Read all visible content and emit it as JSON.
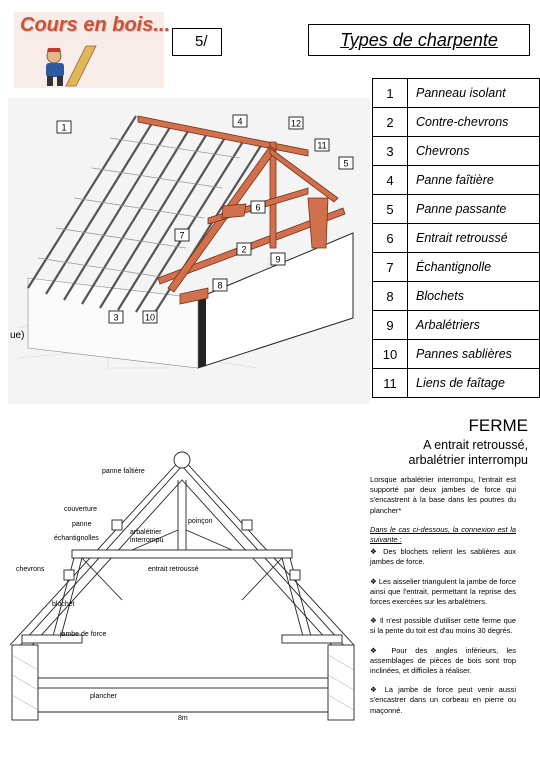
{
  "header": {
    "logo_text": "Cours en bois...",
    "page_number": "5/",
    "title": "Types de charpente"
  },
  "legend": [
    {
      "num": "1",
      "label": "Panneau isolant"
    },
    {
      "num": "2",
      "label": "Contre-chevrons"
    },
    {
      "num": "3",
      "label": "Chevrons"
    },
    {
      "num": "4",
      "label": "Panne faîtière"
    },
    {
      "num": "5",
      "label": "Panne passante"
    },
    {
      "num": "6",
      "label": "Entrait retroussé"
    },
    {
      "num": "7",
      "label": "Échantignolle"
    },
    {
      "num": "8",
      "label": "Blochets"
    },
    {
      "num": "9",
      "label": "Arbalétriers"
    },
    {
      "num": "10",
      "label": "Pannes sablières"
    },
    {
      "num": "11",
      "label": "Liens de faîtage"
    }
  ],
  "roof_callouts": [
    "1",
    "4",
    "12",
    "11",
    "5",
    "6",
    "7",
    "2",
    "9",
    "8",
    "3",
    "10"
  ],
  "side_fragment": "ue)",
  "ferme": {
    "title": "FERME",
    "subtitle": "A entrait retroussé, arbalétrier interrompu",
    "intro": "Lorsque arbalétrier interrompu, l'entrait est supporté par deux jambes de force qui s'encastrent à la base dans les poutres du plancher*",
    "subheading": "Dans le cas ci-dessous, la connexion est la suivante :",
    "bullets": [
      "Des blochets relient les sablières aux jambes de force.",
      "Les aisselier triangulent la jambe de force ainsi que l'entrait, permettant la reprise des forces exercées sur les arbalétriers.",
      "Il n'est possible d'utiliser cette ferme que si la pente du toit est d'au moins 30 degrés.",
      "Pour des angles inférieurs, les assemblages de pièces de bois sont trop inclinées, et difficiles à réaliser.",
      "La jambe de force peut venir aussi s'encastrer dans un corbeau en pierre ou maçonné."
    ]
  },
  "section_labels": {
    "panne_faitiere": "panne faîtière",
    "couverture": "couverture",
    "panne": "panne",
    "echantignolles": "échantignolles",
    "chevrons": "chevrons",
    "arbaletrier": "arbalétrier",
    "interrompu": "interrompu",
    "poincon": "poinçon",
    "entrait": "entrait retroussé",
    "blochet": "blochet",
    "jambe": "jambe de force",
    "plancher": "plancher",
    "dimension": "8m"
  }
}
